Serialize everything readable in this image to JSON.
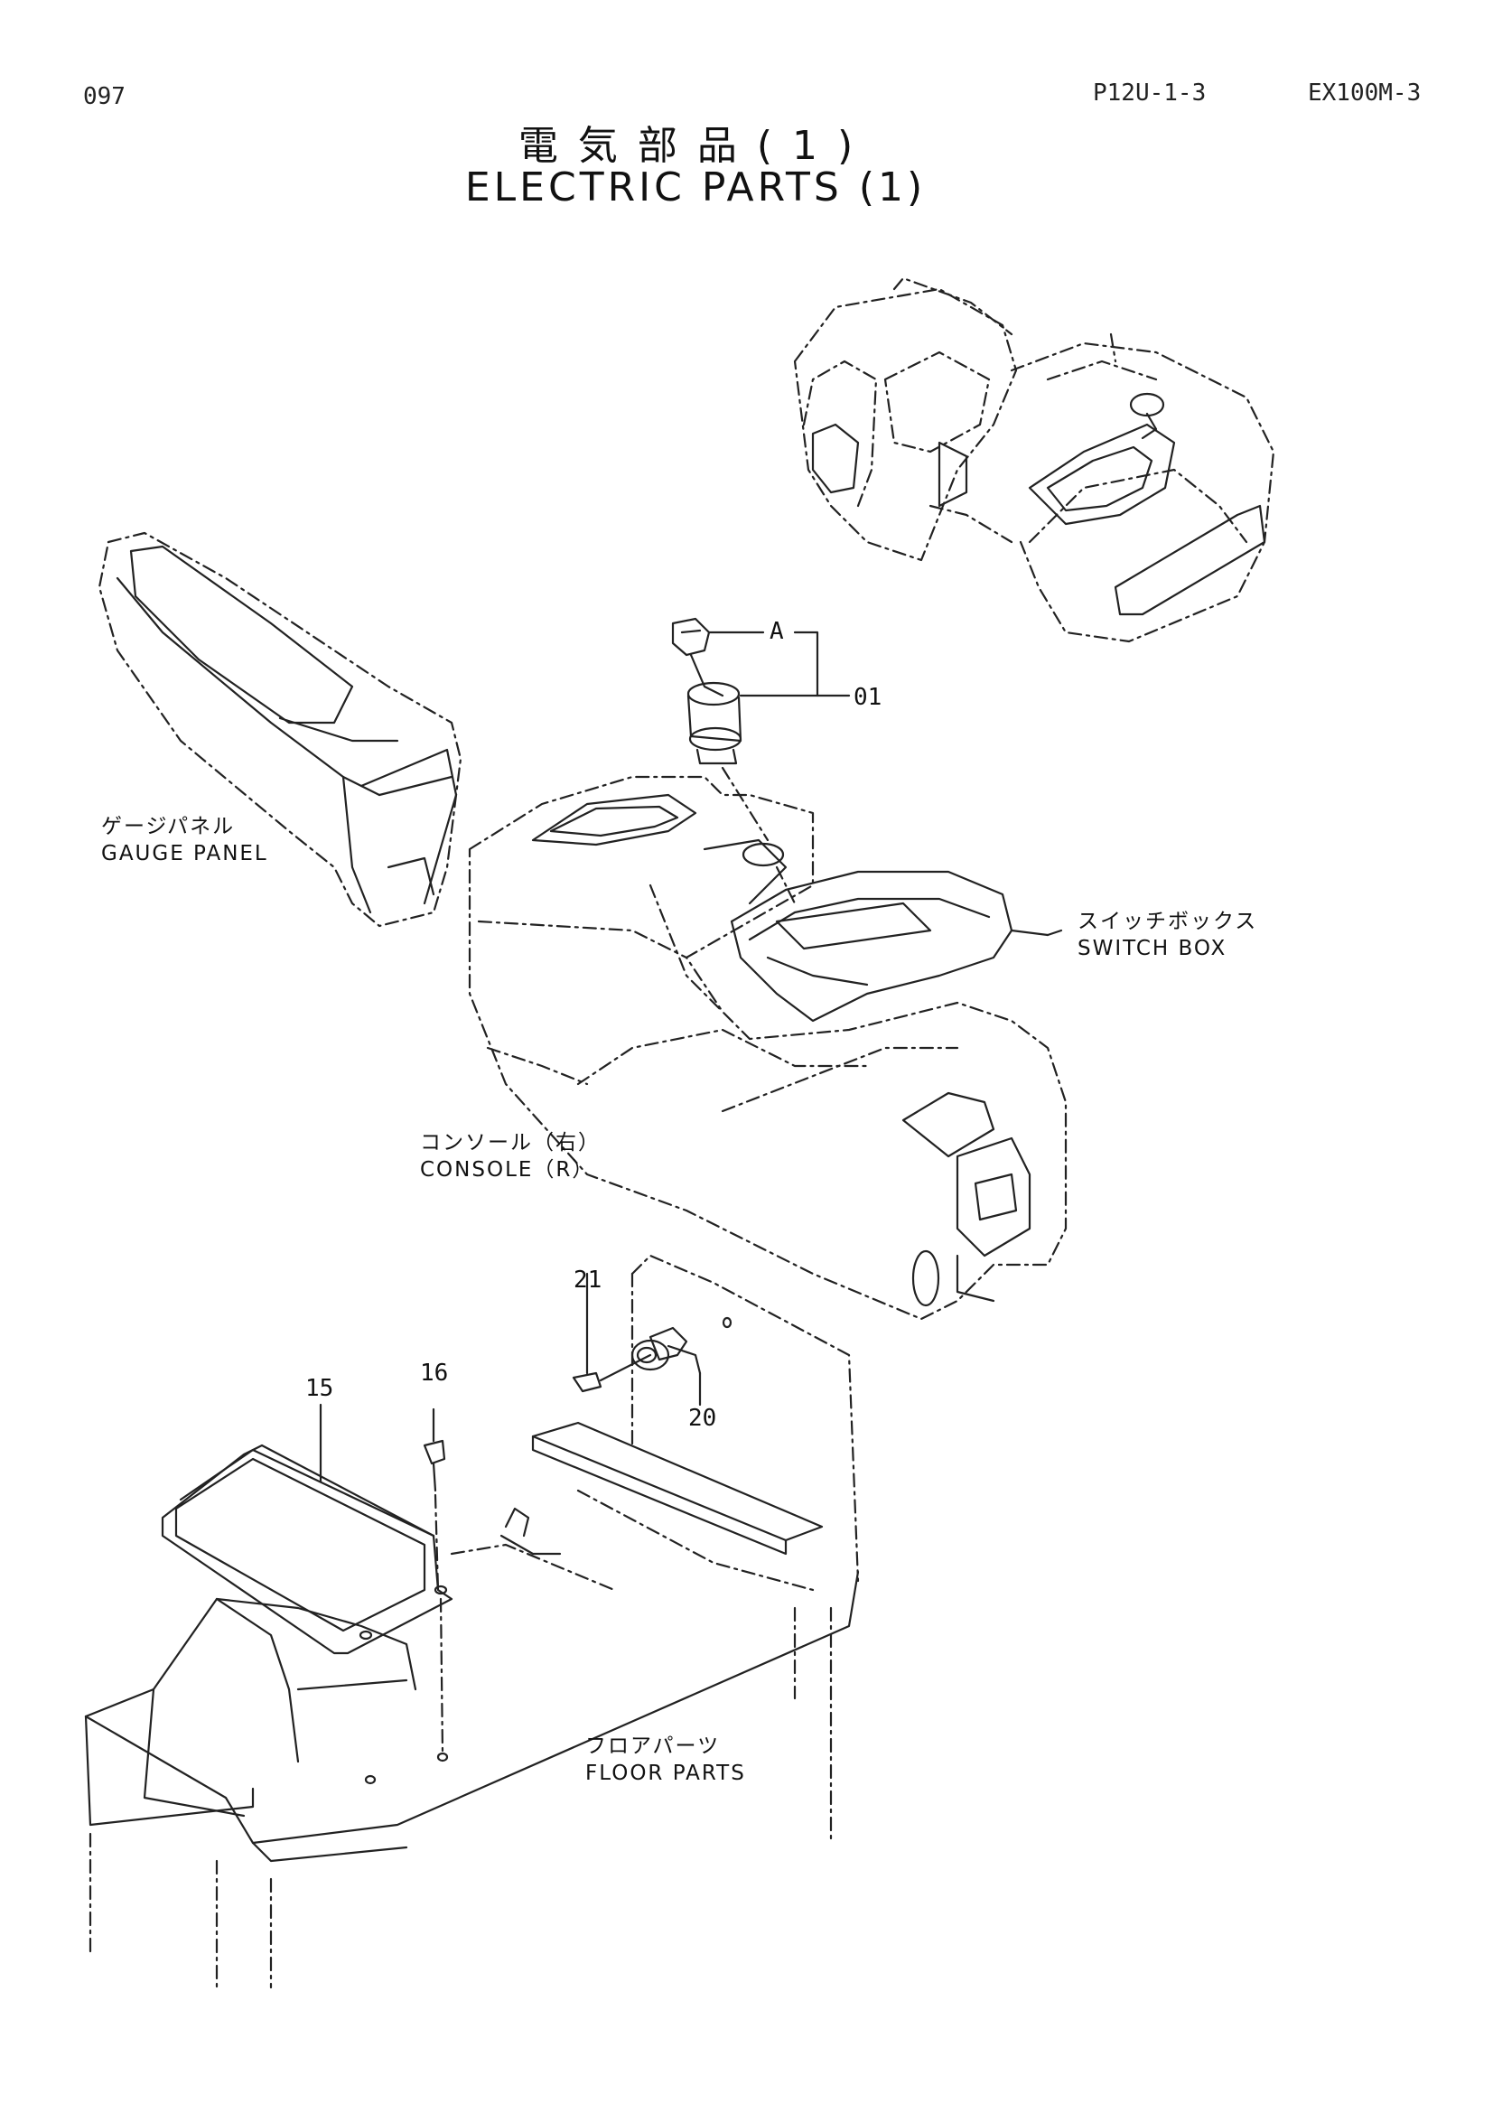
{
  "header": {
    "page_number": "097",
    "page_code": "P12U-1-3",
    "model": "EX100M-3"
  },
  "title": {
    "japanese": "電気部品(1)",
    "english": "ELECTRIC PARTS (1)"
  },
  "labels": {
    "gauge_panel": {
      "jp": "ゲージパネル",
      "en": "GAUGE PANEL"
    },
    "switch_box": {
      "jp": "スイッチボックス",
      "en": "SWITCH BOX"
    },
    "console": {
      "jp": "コンソール（右）",
      "en": "CONSOLE（R）"
    },
    "floor_parts": {
      "jp": "フロアパーツ",
      "en": "FLOOR PARTS"
    }
  },
  "callouts": {
    "a": "A",
    "p01": "01",
    "p15": "15",
    "p16": "16",
    "p20": "20",
    "p21": "21"
  }
}
